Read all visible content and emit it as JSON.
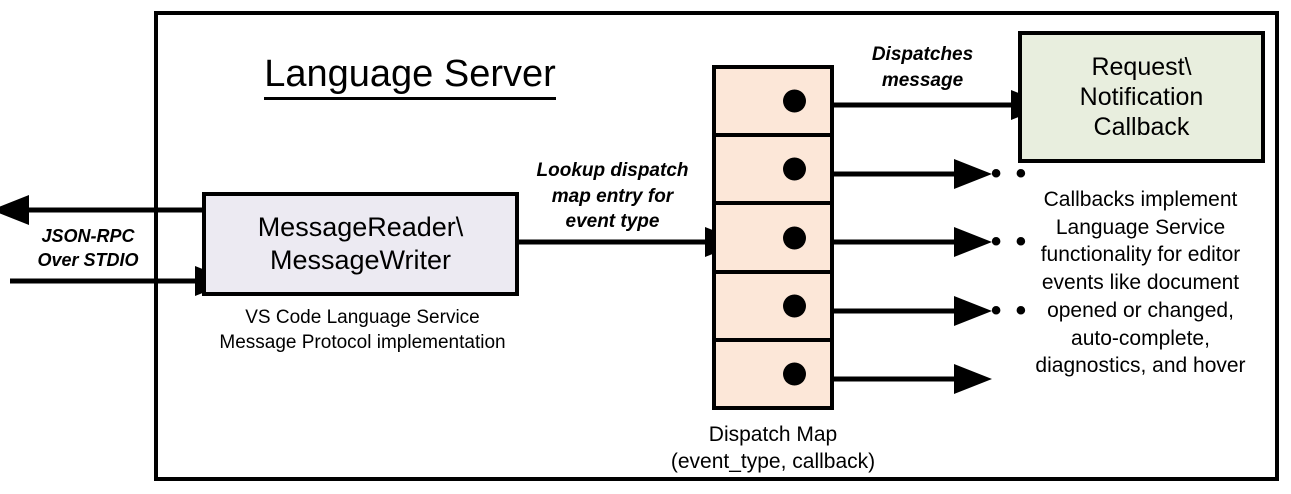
{
  "diagram": {
    "title": "Language Server",
    "outer_border_color": "#000000",
    "background": "#ffffff"
  },
  "io": {
    "label": "JSON-RPC\nOver STDIO",
    "outbound_arrow": "left-arrow",
    "inbound_arrow": "right-arrow"
  },
  "message_box": {
    "label": "MessageReader\\\nMessageWriter",
    "fill": "#eceaf2",
    "caption": "VS Code Language Service\nMessage Protocol implementation"
  },
  "lookup": {
    "label": "Lookup dispatch\nmap entry for\nevent type"
  },
  "dispatch_map": {
    "caption": "Dispatch Map\n(event_type, callback)",
    "fill": "#fce7d8",
    "rows": [
      {
        "index": 1,
        "connector": "dot"
      },
      {
        "index": 2,
        "connector": "dot"
      },
      {
        "index": 3,
        "connector": "dot"
      },
      {
        "index": 4,
        "connector": "dot"
      },
      {
        "index": 5,
        "connector": "dot"
      }
    ]
  },
  "dispatches": {
    "label": "Dispatches\nmessage"
  },
  "callback_box": {
    "label": "Request\\\nNotification\nCallback",
    "fill": "#e8eede",
    "caption": "Callbacks implement\nLanguage Service\nfunctionality for editor\nevents like document\nopened or changed,\nauto-complete,\ndiagnostics, and hover"
  },
  "ellipses": [
    {
      "index": 1,
      "label": "• • •"
    },
    {
      "index": 2,
      "label": "• • •"
    },
    {
      "index": 3,
      "label": "• • •"
    },
    {
      "index": 4,
      "label": "• • •"
    }
  ]
}
